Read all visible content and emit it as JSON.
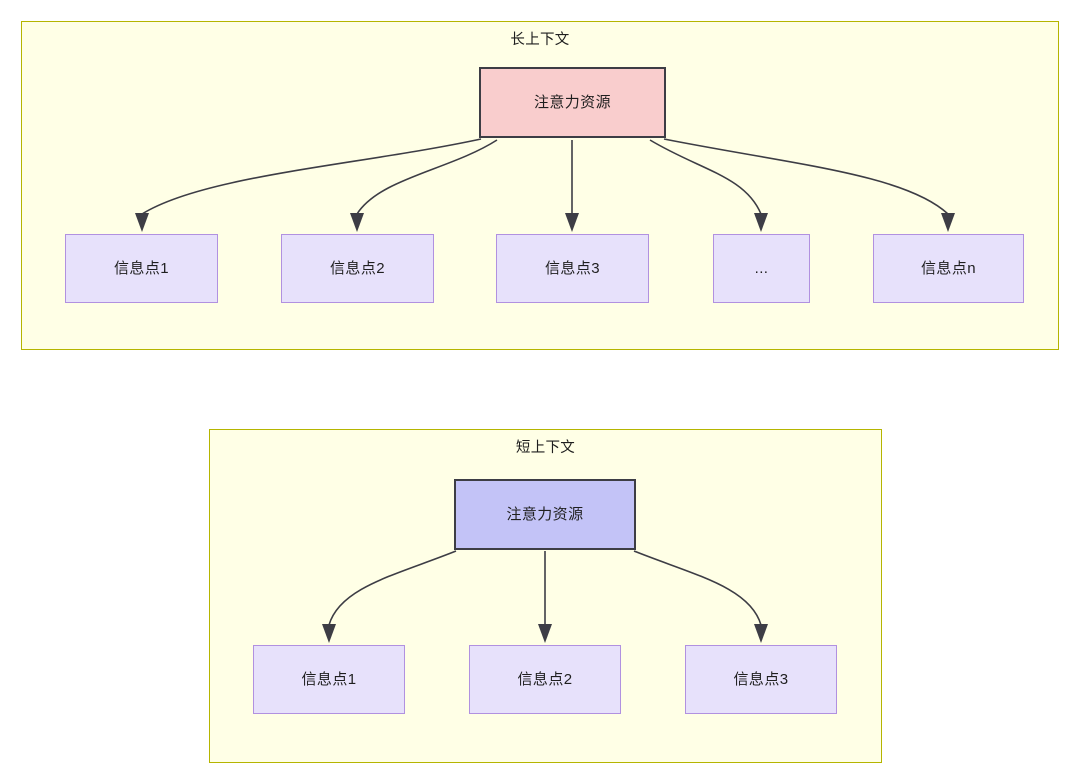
{
  "diagram": {
    "type": "node-link-diagram",
    "background": "#ffffff",
    "groups": [
      {
        "id": "long-context",
        "title": "长上下文",
        "fill": "#ffffe6",
        "stroke": "#b5b500",
        "source": {
          "id": "attention-long",
          "label": "注意力资源",
          "fill": "#f9cdcd",
          "stroke": "#3d3d45"
        },
        "leaves": [
          {
            "id": "info-1-long",
            "label": "信息点1"
          },
          {
            "id": "info-2-long",
            "label": "信息点2"
          },
          {
            "id": "info-3-long",
            "label": "信息点3"
          },
          {
            "id": "info-ellipsis",
            "label": "..."
          },
          {
            "id": "info-n-long",
            "label": "信息点n"
          }
        ],
        "leaf_fill": "#e7e1fb",
        "leaf_stroke": "#b191e0",
        "edge_count": 5
      },
      {
        "id": "short-context",
        "title": "短上下文",
        "fill": "#ffffe6",
        "stroke": "#b5b500",
        "source": {
          "id": "attention-short",
          "label": "注意力资源",
          "fill": "#c3c3f7",
          "stroke": "#3d3d45"
        },
        "leaves": [
          {
            "id": "info-1-short",
            "label": "信息点1"
          },
          {
            "id": "info-2-short",
            "label": "信息点2"
          },
          {
            "id": "info-3-short",
            "label": "信息点3"
          }
        ],
        "leaf_fill": "#e7e1fb",
        "leaf_stroke": "#b191e0",
        "edge_count": 3
      }
    ],
    "edge_color": "#3d3d45"
  }
}
